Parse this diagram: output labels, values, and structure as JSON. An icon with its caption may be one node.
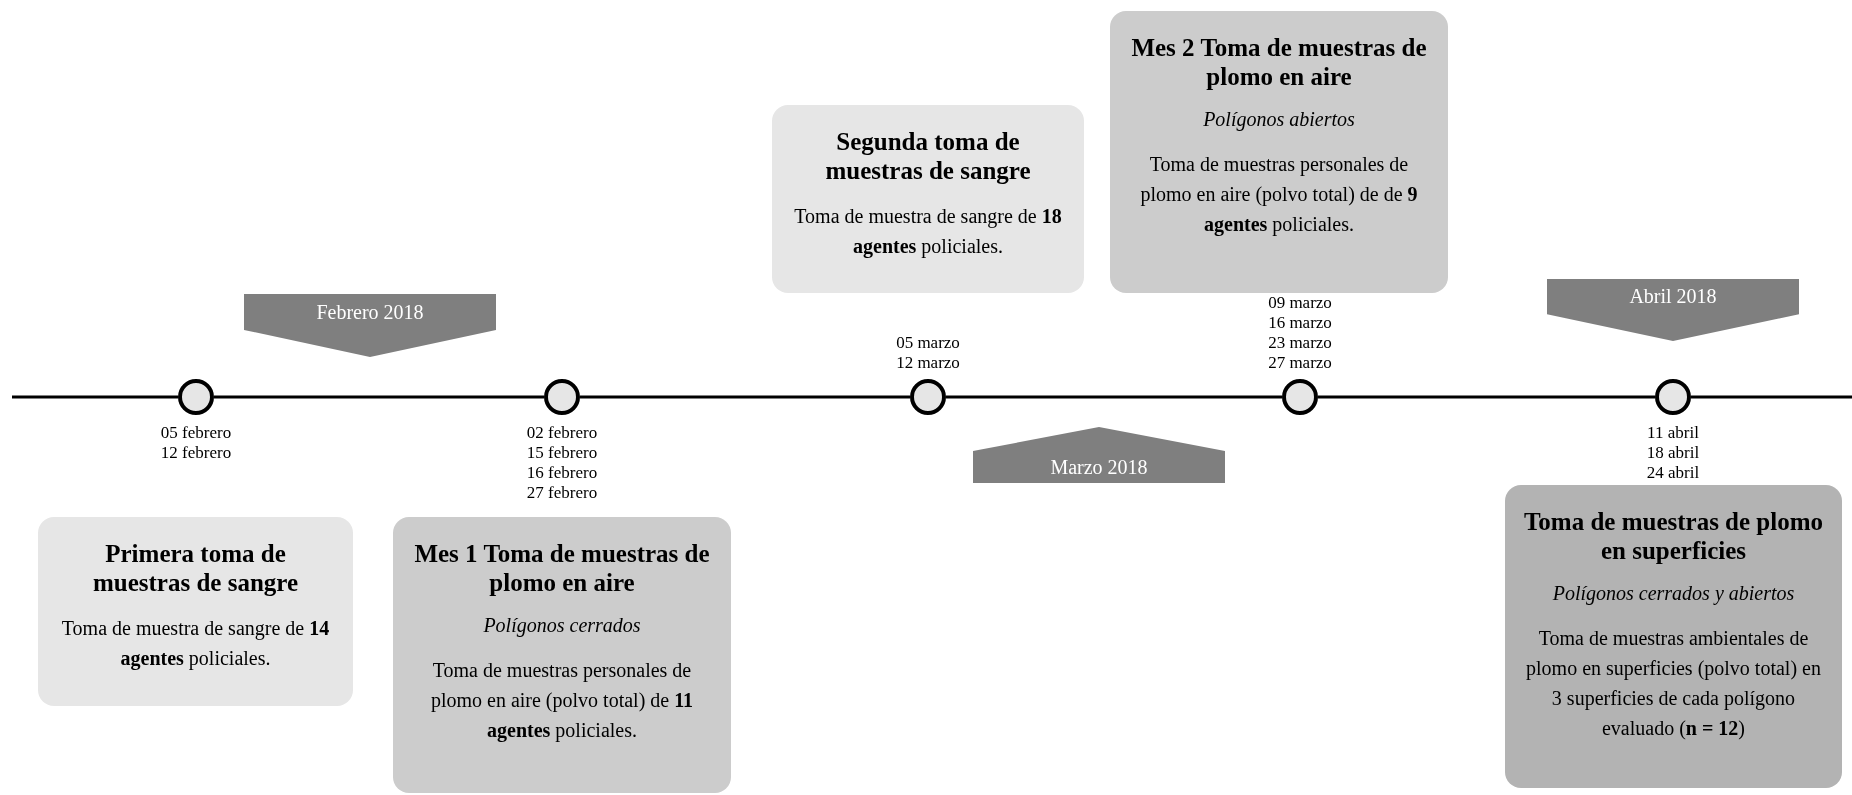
{
  "diagram": {
    "nodes": [
      {
        "text": [
          "Febrero 2018"
        ]
      },
      {
        "text": [],
        "shape": "circle",
        "beside": [
          "05 febrero",
          "12 febrero"
        ]
      },
      {
        "text": [
          "Primera toma de muestras de sangre",
          "Toma de muestra de sangre de **14 agentes** policiales."
        ]
      },
      {
        "text": [],
        "shape": "circle",
        "beside": [
          "02 febrero",
          "15 febrero",
          "16 febrero",
          "27 febrero"
        ]
      },
      {
        "text": [
          "Mes 1 Toma de muestras de plomo en aire",
          "Polígonos cerrados",
          "Toma de muestras personales de plomo en aire (polvo total) de **11 agentes** policiales."
        ]
      },
      {
        "text": [
          "Segunda toma de muestras de sangre",
          "Toma de muestra de sangre de **18 agentes** policiales."
        ]
      },
      {
        "text": [],
        "shape": "circle",
        "beside": [
          "05 marzo",
          "12 marzo"
        ]
      },
      {
        "text": [
          "Marzo 2018"
        ]
      },
      {
        "text": [
          "Mes 2 Toma de muestras de plomo en aire",
          "Polígonos abiertos",
          "Toma de muestras personales de plomo en aire (polvo total) de de **9 agentes** policiales."
        ]
      },
      {
        "text": [],
        "shape": "circle",
        "beside": [
          "09 marzo",
          "16 marzo",
          "23 marzo",
          "27 marzo"
        ]
      },
      {
        "text": [
          "Abril 2018"
        ]
      },
      {
        "text": [],
        "shape": "circle",
        "beside": [
          "11 abril",
          "18 abril",
          "24 abril"
        ]
      },
      {
        "text": [
          "Toma de muestras de plomo en superficies",
          "Polígonos cerrados y abiertos",
          "Toma de muestras ambientales de plomo en superficies (polvo total) en 3 superficies de cada polígono evaluado (**n = 12**)"
        ]
      }
    ],
    "edges": [
      {
        "from": null,
        "to": 1,
        "arrow": "none"
      },
      {
        "from": 1,
        "to": 3,
        "arrow": "none"
      },
      {
        "from": 3,
        "to": 6,
        "arrow": "none"
      },
      {
        "from": 6,
        "to": 9,
        "arrow": "none"
      },
      {
        "from": 9,
        "to": 11,
        "arrow": "none"
      },
      {
        "from": 11,
        "to": null,
        "arrow": "none"
      }
    ]
  }
}
